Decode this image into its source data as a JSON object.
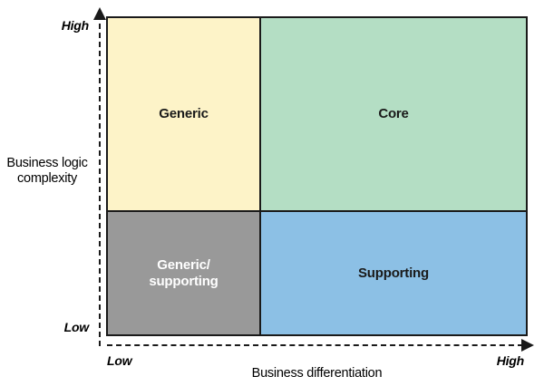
{
  "chart_data": {
    "type": "table",
    "title": "",
    "xlabel": "Business differentiation",
    "ylabel": "Business logic\ncomplexity",
    "x_ticks": [
      "Low",
      "High"
    ],
    "y_ticks": [
      "Low",
      "High"
    ],
    "grid": false,
    "legend": "none",
    "quadrants": [
      {
        "key": "generic",
        "label": "Generic",
        "x": "low",
        "y": "high",
        "fill": "#FDF3C8",
        "text_color": "#1a1a1a"
      },
      {
        "key": "core",
        "label": "Core",
        "x": "high",
        "y": "high",
        "fill": "#B4DEC4",
        "text_color": "#1a1a1a"
      },
      {
        "key": "generic_supporting",
        "label": "Generic/\nsupporting",
        "x": "low",
        "y": "low",
        "fill": "#999999",
        "text_color": "#ffffff"
      },
      {
        "key": "supporting",
        "label": "Supporting",
        "x": "high",
        "y": "low",
        "fill": "#8CC0E5",
        "text_color": "#1a1a1a"
      }
    ]
  },
  "axes": {
    "x": {
      "title": "Business differentiation",
      "low_label": "Low",
      "high_label": "High"
    },
    "y": {
      "title": "Business logic\ncomplexity",
      "low_label": "Low",
      "high_label": "High"
    }
  },
  "colors": {
    "generic_fill": "#FDF3C8",
    "core_fill": "#B4DEC4",
    "generic_supporting_fill": "#999999",
    "supporting_fill": "#8CC0E5",
    "stroke": "#1a1a1a",
    "background": "#ffffff"
  }
}
